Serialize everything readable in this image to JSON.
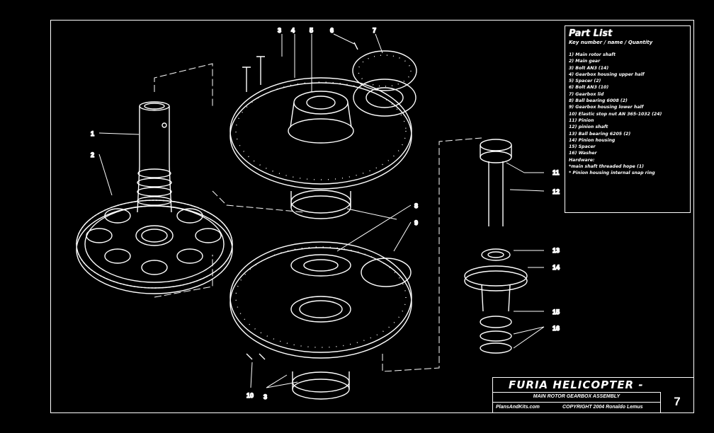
{
  "partlist": {
    "title": "Part List",
    "subtitle": "Key number / name / Quantity",
    "items": [
      "1) Main rotor shaft",
      "2) Main gear",
      "3) Bolt AN3 (14)",
      "4) Gearbox housing upper half",
      "5) Spacer (2)",
      "6) Bolt AN3 (10)",
      "7) Gearbox lid",
      "8) Ball bearing 6008 (2)",
      "9) Gearbox housing lower half",
      "10) Elastic stop nut AN 365-1032 (24)",
      "11) Pinion",
      "12) pinion shaft",
      "13) Ball bearing 6205 (2)",
      "14) Pinion housing",
      "15) Spacer",
      "16) Washer",
      "Hardware:",
      "*main shaft threaded hope (1)",
      "* Pinion housing internal snap ring"
    ]
  },
  "titleblock": {
    "title": "FURIA HELICOPTER -",
    "subtitle": "MAIN ROTOR GEARBOX ASSEMBLY",
    "website": "PlansAndKits.com",
    "copyright": "COPYRIGHT 2004 Ronaldo Lemus",
    "page": "7"
  },
  "callouts": [
    "1",
    "2",
    "3",
    "4",
    "5",
    "6",
    "7",
    "8",
    "9",
    "10",
    "11",
    "12",
    "13",
    "14",
    "15",
    "16"
  ]
}
